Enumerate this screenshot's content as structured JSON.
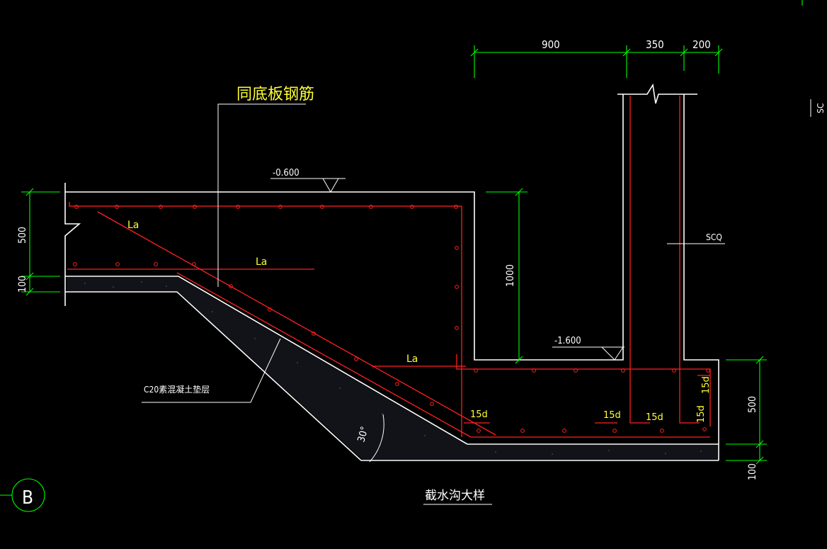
{
  "drawing": {
    "title": "截水沟大样",
    "section_label": "B",
    "leader_label_rebar": "同底板钢筋",
    "leader_label_cushion": "C20素混凝土垫层",
    "elevations": {
      "top": "-0.600",
      "bottom": "-1.600"
    },
    "dimensions": {
      "top": [
        "900",
        "350",
        "200"
      ],
      "left": [
        "500",
        "100"
      ],
      "right": [
        "500",
        "100"
      ],
      "inner_height": "1000"
    },
    "labels": {
      "la_1": "La",
      "la_2": "La",
      "la_3": "La",
      "d15_1": "15d",
      "d15_2": "15d",
      "d15_3": "15d",
      "d15_4": "15d",
      "d15_5": "15d",
      "wall_label": "SCQ",
      "angle": "30°",
      "edge_label": "SC"
    },
    "colors": {
      "background": "#000000",
      "outline": "#ffffff",
      "rebar": "#ff2020",
      "dimension": "#00ff00",
      "text_yellow": "#ffff33",
      "text_white": "#ffffff"
    }
  }
}
